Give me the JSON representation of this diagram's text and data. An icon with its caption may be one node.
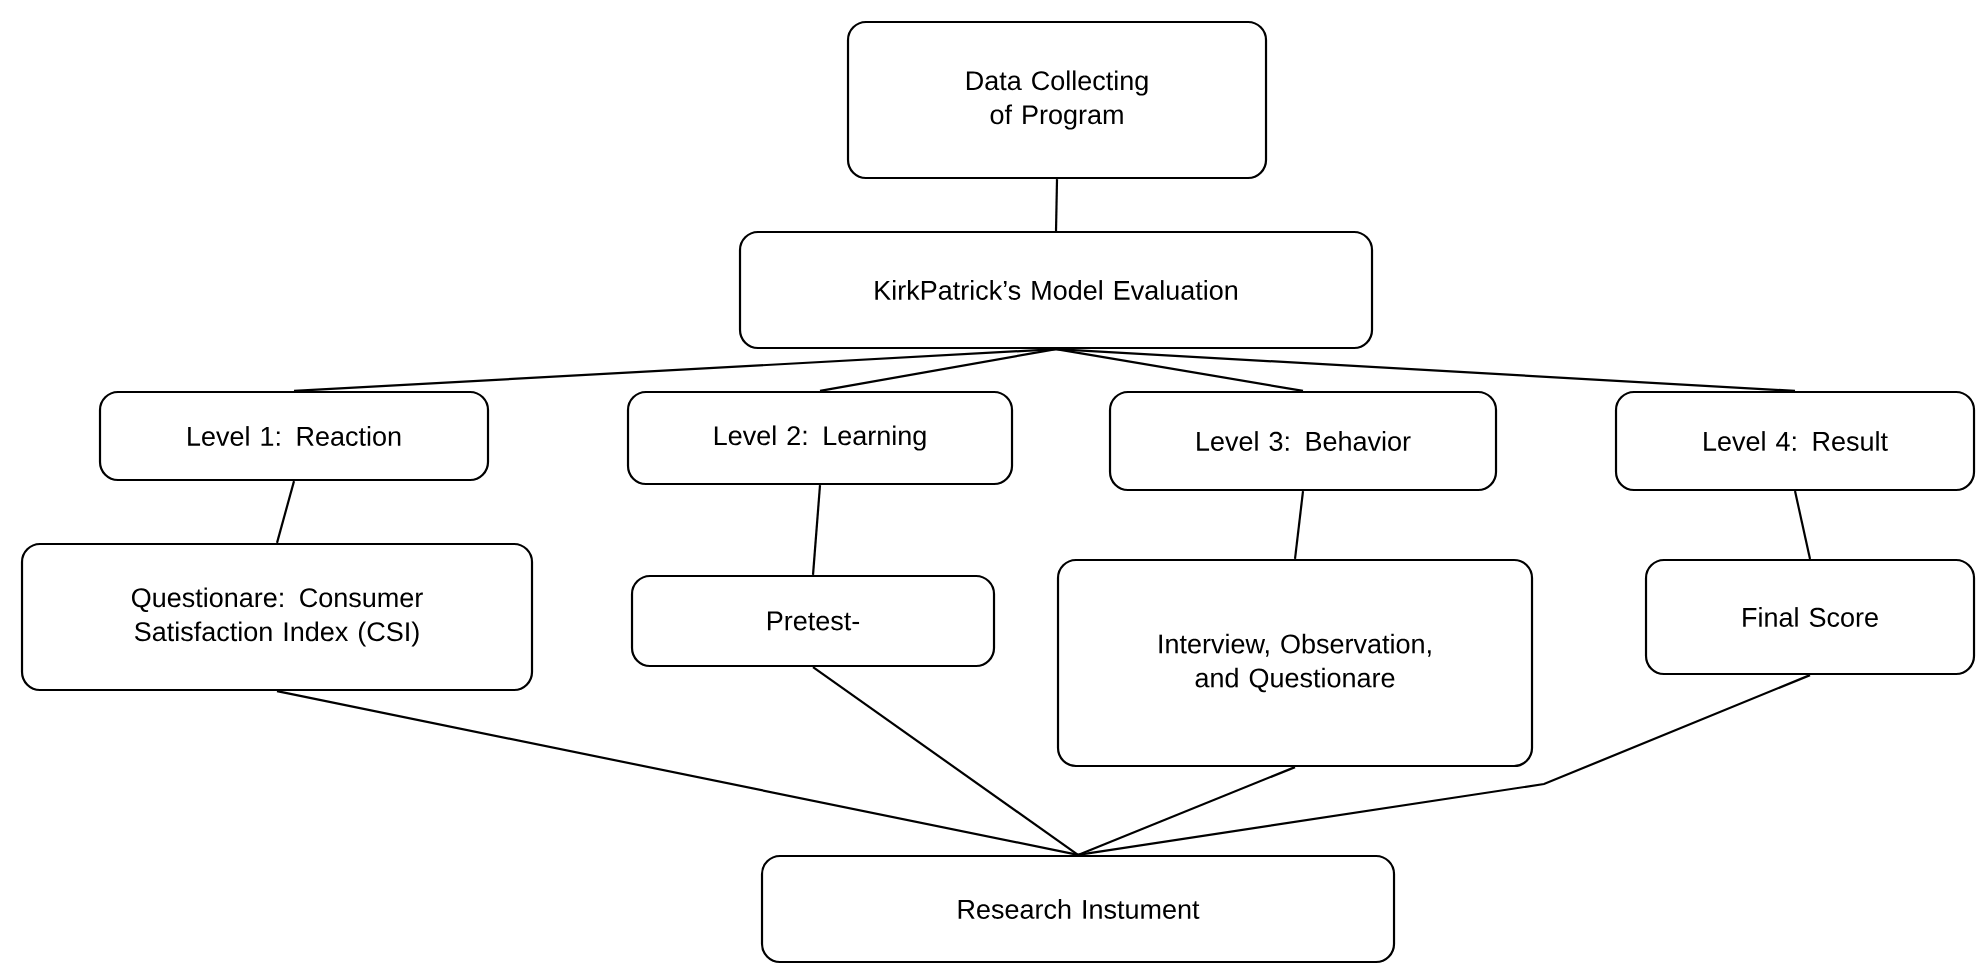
{
  "diagram": {
    "nodes": [
      {
        "text": [
          "Data Collecting of Program"
        ]
      },
      {
        "text": [
          "KirkPatrick’s Model Evaluation"
        ]
      },
      {
        "text": [
          "Level 1: Reaction"
        ]
      },
      {
        "text": [
          "Level 2: Learning"
        ]
      },
      {
        "text": [
          "Level 3: Behavior"
        ]
      },
      {
        "text": [
          "Level 4: Result"
        ]
      },
      {
        "text": [
          "Questionare: Consumer Satisfaction Index (CSI)"
        ]
      },
      {
        "text": [
          "Pretest-"
        ]
      },
      {
        "text": [
          "Interview, Observation, and Questionare"
        ]
      },
      {
        "text": [
          "Final Score"
        ]
      },
      {
        "text": [
          "Research Instument"
        ]
      }
    ],
    "edges": [
      {
        "from": 0,
        "to": 1,
        "arrow": "none"
      },
      {
        "from": 1,
        "to": 2,
        "arrow": "none"
      },
      {
        "from": 1,
        "to": 3,
        "arrow": "none"
      },
      {
        "from": 1,
        "to": 4,
        "arrow": "none"
      },
      {
        "from": 1,
        "to": 5,
        "arrow": "none"
      },
      {
        "from": 2,
        "to": 6,
        "arrow": "none"
      },
      {
        "from": 3,
        "to": 7,
        "arrow": "none"
      },
      {
        "from": 4,
        "to": 8,
        "arrow": "none"
      },
      {
        "from": 5,
        "to": 9,
        "arrow": "none"
      },
      {
        "from": 6,
        "to": 10,
        "arrow": "none"
      },
      {
        "from": 7,
        "to": 10,
        "arrow": "none"
      },
      {
        "from": 8,
        "to": 10,
        "arrow": "none"
      },
      {
        "from": 9,
        "to": 10,
        "arrow": "none"
      }
    ]
  }
}
